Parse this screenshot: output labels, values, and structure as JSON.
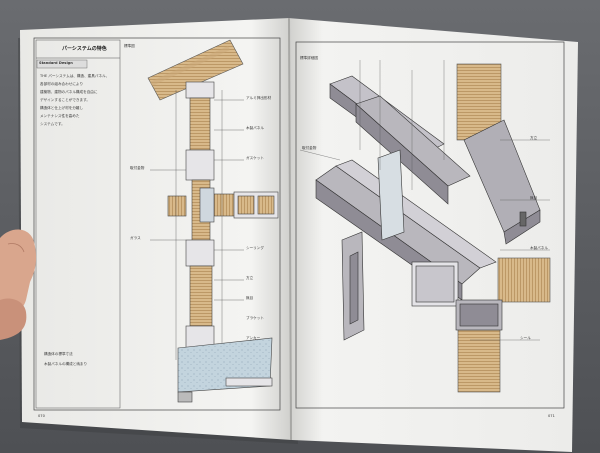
{
  "left_page": {
    "title": "パーシステムの特色",
    "subtitle": "Standard Design",
    "section_label": "標準図",
    "body_lines": [
      "THE パーシステムは、構造、建具パネル、",
      "各部材の組み合わせにより",
      "建築物、建物のパネル構成を自由に",
      "デザインすることができます。",
      "構造体と仕上げ材を分離し",
      "メンテナンス性を高めた",
      "システムです。"
    ],
    "bullets": [
      "構造体の標準寸法",
      "木製パネルの構成と納まり"
    ],
    "callouts": [
      "アルミ押出形材",
      "木製パネル",
      "ガスケット",
      "シーリング",
      "方立",
      "無目",
      "取付金物",
      "ガラス",
      "ブラケット",
      "アンカー"
    ],
    "page_number": "070"
  },
  "right_page": {
    "section_label": "標準詳細図",
    "callouts": [
      "方立",
      "無目",
      "木製パネル",
      "シール",
      "取付金物"
    ],
    "page_number": "071"
  },
  "colors": {
    "paper": "#f3f3f1",
    "wood": "#d8b98a",
    "wood_line": "#a9824d",
    "metal": "#b9b7bd",
    "metal_dark": "#8f8c95",
    "glass": "#bfd1dc",
    "line": "#333333",
    "background": "#5b5d61",
    "skin": "#d9a68d"
  }
}
